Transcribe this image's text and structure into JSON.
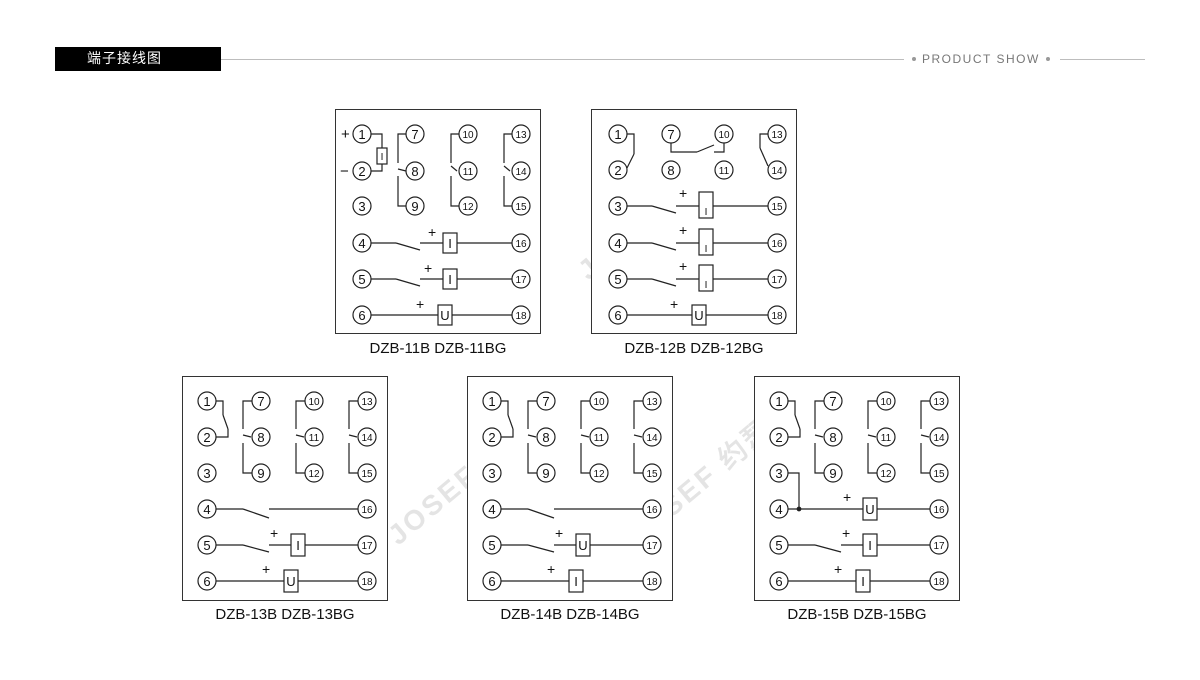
{
  "header": {
    "title": "端子接线图",
    "right_label": "PRODUCT SHOW"
  },
  "watermark": {
    "text": "JOSEF 约瑟"
  },
  "diagrams": [
    {
      "caption": "DZB-11B  DZB-11BG",
      "terminals": [
        "1",
        "2",
        "3",
        "4",
        "5",
        "6",
        "7",
        "8",
        "9",
        "10",
        "11",
        "12",
        "13",
        "14",
        "15",
        "16",
        "17",
        "18"
      ],
      "polarity": {
        "plus": "+",
        "minus": "−"
      },
      "coil_labels": [
        "I",
        "I",
        "I",
        "U"
      ],
      "plus_labels": [
        "+",
        "+",
        "+"
      ]
    },
    {
      "caption": "DZB-12B  DZB-12BG",
      "terminals": [
        "1",
        "2",
        "3",
        "4",
        "5",
        "6",
        "7",
        "8",
        "10",
        "11",
        "13",
        "14",
        "15",
        "16",
        "17",
        "18"
      ],
      "coil_labels": [
        "I",
        "I",
        "I",
        "U"
      ],
      "plus_labels": [
        "+",
        "+",
        "+",
        "+"
      ]
    },
    {
      "caption": "DZB-13B  DZB-13BG",
      "terminals": [
        "1",
        "2",
        "3",
        "4",
        "5",
        "6",
        "7",
        "8",
        "9",
        "10",
        "11",
        "12",
        "13",
        "14",
        "15",
        "16",
        "17",
        "18"
      ],
      "coil_labels": [
        "I",
        "U"
      ],
      "plus_labels": [
        "+",
        "+"
      ]
    },
    {
      "caption": "DZB-14B  DZB-14BG",
      "terminals": [
        "1",
        "2",
        "3",
        "4",
        "5",
        "6",
        "7",
        "8",
        "9",
        "10",
        "11",
        "12",
        "13",
        "14",
        "15",
        "16",
        "17",
        "18"
      ],
      "coil_labels": [
        "U",
        "I"
      ],
      "plus_labels": [
        "+",
        "+"
      ]
    },
    {
      "caption": "DZB-15B  DZB-15BG",
      "terminals": [
        "1",
        "2",
        "3",
        "4",
        "5",
        "6",
        "7",
        "8",
        "9",
        "10",
        "11",
        "12",
        "13",
        "14",
        "15",
        "16",
        "17",
        "18"
      ],
      "coil_labels": [
        "U",
        "I",
        "I"
      ],
      "plus_labels": [
        "+",
        "+",
        "+"
      ]
    }
  ]
}
